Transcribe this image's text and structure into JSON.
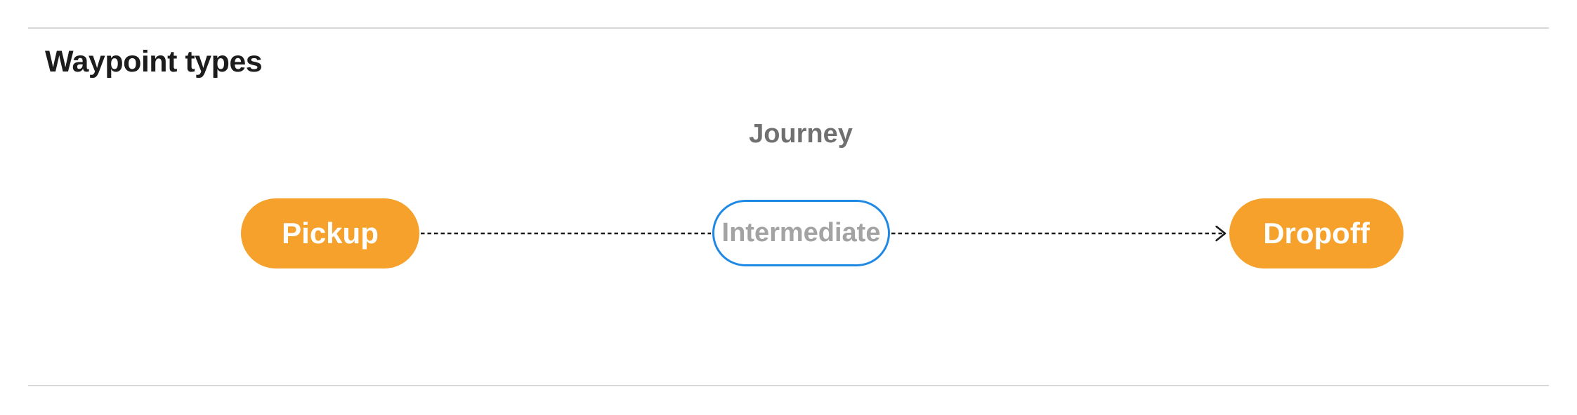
{
  "section": {
    "heading": "Waypoint types"
  },
  "diagram": {
    "title": "Journey",
    "nodes": [
      {
        "id": "pickup",
        "label": "Pickup",
        "kind": "terminal"
      },
      {
        "id": "intermediate",
        "label": "Intermediate",
        "kind": "via"
      },
      {
        "id": "dropoff",
        "label": "Dropoff",
        "kind": "terminal"
      }
    ],
    "edges": [
      {
        "from": "pickup",
        "to": "intermediate",
        "style": "dashed",
        "arrow": false
      },
      {
        "from": "intermediate",
        "to": "dropoff",
        "style": "dashed",
        "arrow": true
      }
    ],
    "colors": {
      "terminal_fill": "#F5A12C",
      "terminal_text": "#FFFFFF",
      "via_border": "#1E88E5",
      "via_fill": "#FFFFFF",
      "via_text": "#A3A3A3",
      "edge_stroke": "#1A1A1A",
      "journey_text": "#707070",
      "heading_text": "#1C1C1C",
      "divider": "#D8D8D8",
      "background": "#FFFFFF"
    }
  }
}
